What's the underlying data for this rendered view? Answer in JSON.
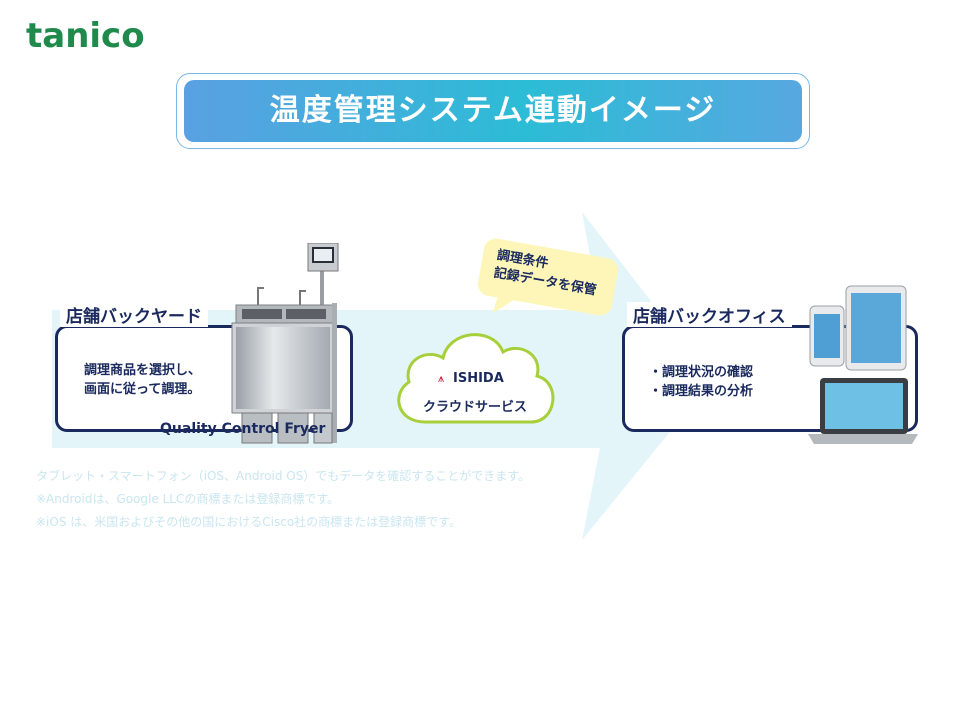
{
  "logo": {
    "text": "tanico",
    "color": "#1f8a4c"
  },
  "title": "温度管理システム連動イメージ",
  "back_yard": {
    "label": "店舗バックヤード",
    "lines": [
      "調理商品を選択し、",
      "画面に従って調理。"
    ],
    "product": "Quality Control Fryer"
  },
  "cloud": {
    "brand_icon": "ishida-logo-icon",
    "brand": "ISHIDA",
    "service": "クラウドサービス",
    "bubble_lines": [
      "調理条件",
      "記録データを保管"
    ]
  },
  "back_office": {
    "label": "店舗バックオフィス",
    "lines": [
      "・調理状況の確認",
      "・調理結果の分析"
    ]
  },
  "notes": [
    "タブレット・スマートフォン（iOS、Android OS）でもデータを確認することができます。",
    "※Androidは、Google LLCの商標または登録商標です。",
    "※iOS は、米国およびその他の国におけるCisco社の商標または登録商標です。"
  ],
  "colors": {
    "navy": "#1b2a5e",
    "arrow": "#e3f5f9",
    "cloud_border": "#a6cf3a",
    "bubble": "#fdf6b8"
  }
}
